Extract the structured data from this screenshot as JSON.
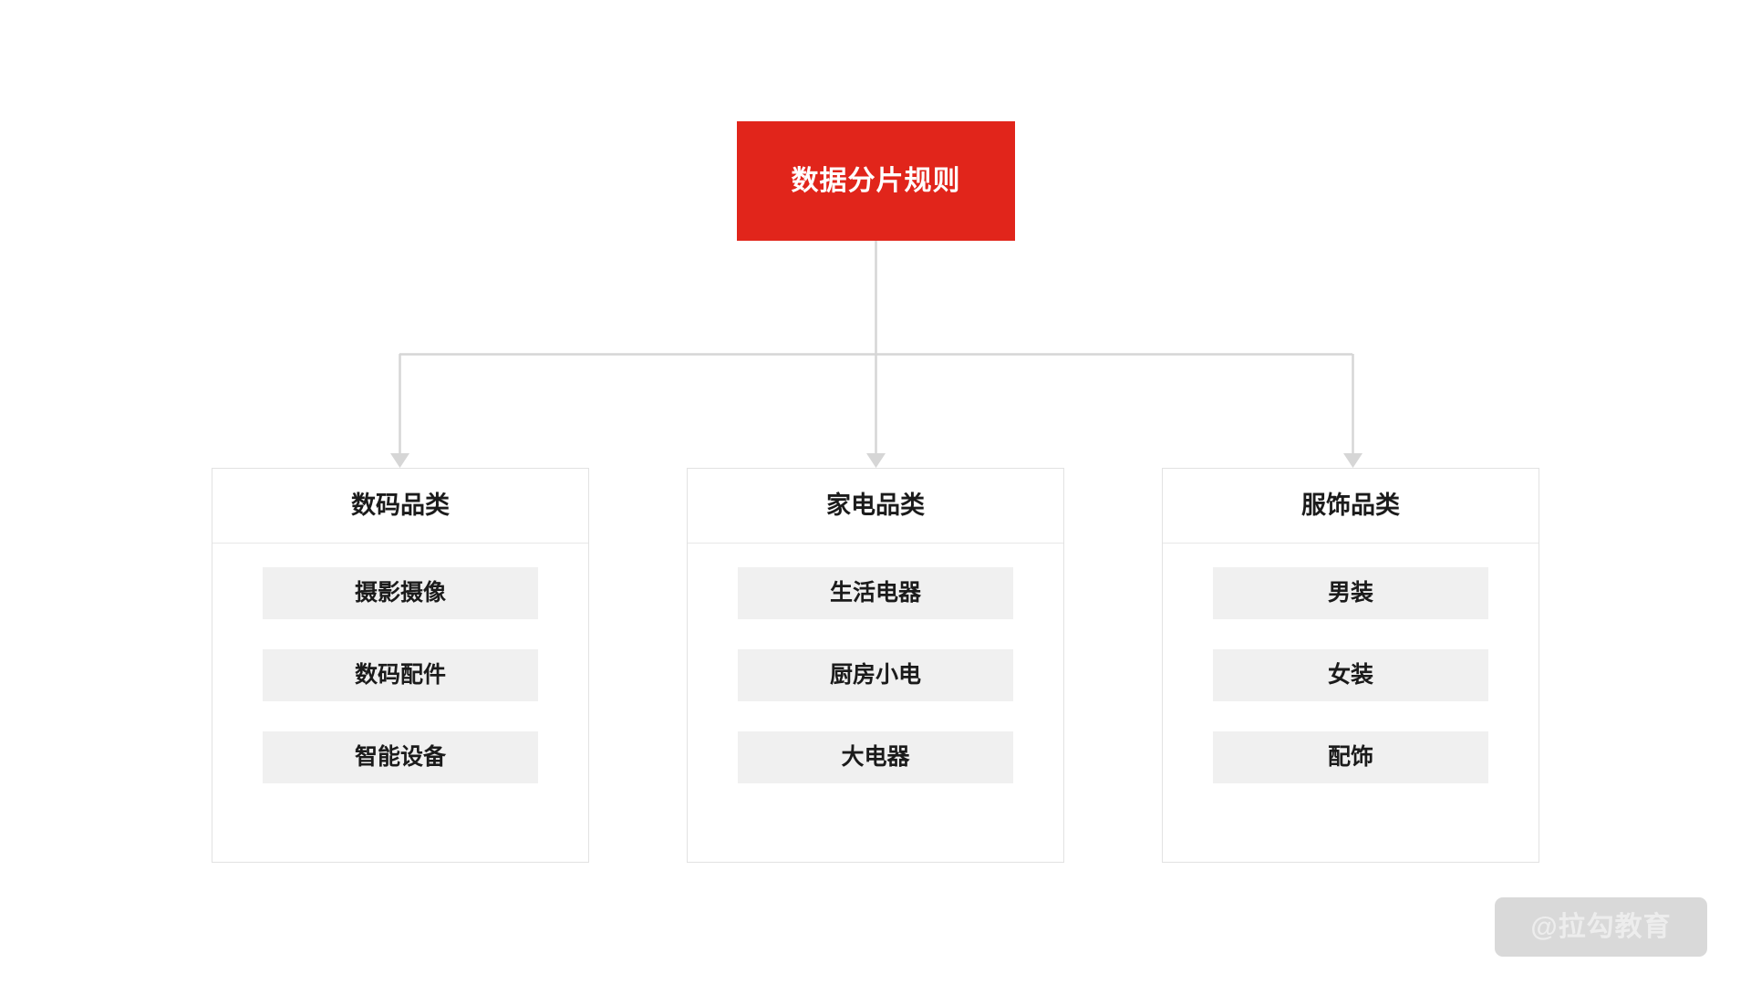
{
  "diagram": {
    "root": {
      "label": "数据分片规则",
      "color": "#E1251B",
      "text_color": "#ffffff"
    },
    "connector_color": "#D6D6D6",
    "columns": [
      {
        "header": "数码品类",
        "children": [
          "摄影摄像",
          "数码配件",
          "智能设备"
        ]
      },
      {
        "header": "家电品类",
        "children": [
          "生活电器",
          "厨房小电",
          "大电器"
        ]
      },
      {
        "header": "服饰品类",
        "children": [
          "男装",
          "女装",
          "配饰"
        ]
      }
    ]
  },
  "watermark": {
    "label": "@拉勾教育",
    "background": "#D9D9D9",
    "text_color": "#EDEDED"
  }
}
